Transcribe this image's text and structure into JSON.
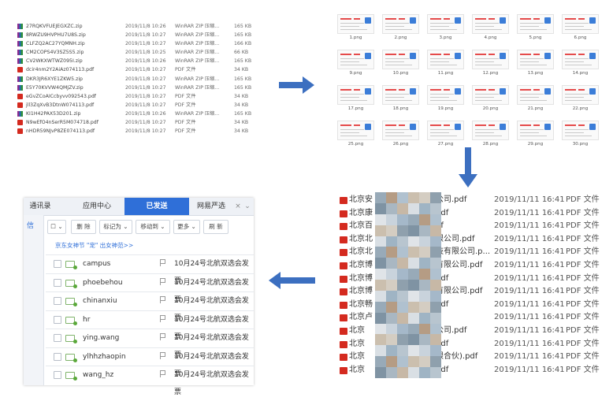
{
  "files": [
    {
      "name": "27RQKVFUEJEGXZC.zip",
      "date": "2019/11/8 10:26",
      "type": "WinRAR ZIP 压缩...",
      "size": "165 KB",
      "icon": "zip"
    },
    {
      "name": "8RWZU9HVPHU7U8S.zip",
      "date": "2019/11/8 10:27",
      "type": "WinRAR ZIP 压缩...",
      "size": "165 KB",
      "icon": "zip"
    },
    {
      "name": "CLFZQ2AC27YQMNH.zip",
      "date": "2019/11/8 10:27",
      "type": "WinRAR ZIP 压缩...",
      "size": "166 KB",
      "icon": "zip"
    },
    {
      "name": "CM2COPS4V3SZ5S5.zip",
      "date": "2019/11/8 10:25",
      "type": "WinRAR ZIP 压缩...",
      "size": "66 KB",
      "icon": "zip"
    },
    {
      "name": "CV2WKXWTWZ095I.zip",
      "date": "2019/11/8 10:26",
      "type": "WinRAR ZIP 压缩...",
      "size": "165 KB",
      "icon": "zip"
    },
    {
      "name": "dcir4nm2Y2AiAz074113.pdf",
      "date": "2019/11/8 10:27",
      "type": "PDF 文件",
      "size": "34 KB",
      "icon": "pdf"
    },
    {
      "name": "DKR3JR6XYE1ZKW5.zip",
      "date": "2019/11/8 10:27",
      "type": "WinRAR ZIP 压缩...",
      "size": "165 KB",
      "icon": "zip"
    },
    {
      "name": "E5Y70KVVW4QMJZV.zip",
      "date": "2019/11/8 10:27",
      "type": "WinRAR ZIP 压缩...",
      "size": "165 KB",
      "icon": "zip"
    },
    {
      "name": "eGvZCoAICcbyvv092543.pdf",
      "date": "2019/11/8 10:27",
      "type": "PDF 文件",
      "size": "34 KB",
      "icon": "pdf"
    },
    {
      "name": "jll3ZqXvB3DtnW074113.pdf",
      "date": "2019/11/8 10:27",
      "type": "PDF 文件",
      "size": "34 KB",
      "icon": "pdf"
    },
    {
      "name": "KI1H42PAX53D201.zip",
      "date": "2019/11/8 10:26",
      "type": "WinRAR ZIP 压缩...",
      "size": "165 KB",
      "icon": "zip"
    },
    {
      "name": "N9wEfO4nSerR5M074718.pdf",
      "date": "2019/11/8 10:27",
      "type": "PDF 文件",
      "size": "34 KB",
      "icon": "pdf"
    },
    {
      "name": "nHDR59NJvP8ZE074113.pdf",
      "date": "2019/11/8 10:27",
      "type": "PDF 文件",
      "size": "34 KB",
      "icon": "pdf"
    }
  ],
  "thumbnails": [
    "1.png",
    "2.png",
    "3.png",
    "4.png",
    "5.png",
    "6.png",
    "9.png",
    "10.png",
    "11.png",
    "12.png",
    "13.png",
    "14.png",
    "17.png",
    "18.png",
    "19.png",
    "20.png",
    "21.png",
    "22.png",
    "25.png",
    "26.png",
    "27.png",
    "28.png",
    "29.png",
    "30.png"
  ],
  "pdfs": [
    {
      "name": "北京安",
      "tail": "公司.pdf",
      "date": "2019/11/11 16:41",
      "type": "PDF 文件"
    },
    {
      "name": "北京康",
      "tail": "pdf",
      "date": "2019/11/11 16:41",
      "type": "PDF 文件"
    },
    {
      "name": "北京百",
      "tail": "df",
      "date": "2019/11/11 16:41",
      "type": "PDF 文件"
    },
    {
      "name": "北京北",
      "tail": "限公司.pdf",
      "date": "2019/11/11 16:41",
      "type": "PDF 文件"
    },
    {
      "name": "北京北",
      "tail": "技有限公司.p...",
      "date": "2019/11/11 16:41",
      "type": "PDF 文件"
    },
    {
      "name": "北京博",
      "tail": "有限公司.pdf",
      "date": "2019/11/11 16:41",
      "type": "PDF 文件"
    },
    {
      "name": "北京博",
      "tail": "pdf",
      "date": "2019/11/11 16:41",
      "type": "PDF 文件"
    },
    {
      "name": "北京博",
      "tail": "有限公司.pdf",
      "date": "2019/11/11 16:41",
      "type": "PDF 文件"
    },
    {
      "name": "北京畅",
      "tail": "pdf",
      "date": "2019/11/11 16:41",
      "type": "PDF 文件"
    },
    {
      "name": "北京卢",
      "tail": "f",
      "date": "2019/11/11 16:41",
      "type": "PDF 文件"
    },
    {
      "name": "北京",
      "tail": "公司.pdf",
      "date": "2019/11/11 16:41",
      "type": "PDF 文件"
    },
    {
      "name": "北京",
      "tail": "pdf",
      "date": "2019/11/11 16:41",
      "type": "PDF 文件"
    },
    {
      "name": "北京",
      "tail": "限合伙).pdf",
      "date": "2019/11/11 16:41",
      "type": "PDF 文件"
    },
    {
      "name": "北京",
      "tail": "pdf",
      "date": "2019/11/11 16:41",
      "type": "PDF 文件"
    }
  ],
  "mail": {
    "tabs": [
      "通讯录",
      "应用中心",
      "已发送",
      "网易严选"
    ],
    "tab_chevron": "×",
    "side_label": "信",
    "toolbar": {
      "delete": "删 除",
      "mark": "标记为 ⌄",
      "move": "移动到 ⌄",
      "more": "更多 ⌄",
      "refresh": "刷 新"
    },
    "banner": "京东女神节 \"宠\" 出女神范>>",
    "rows": [
      {
        "sender": "campus",
        "subject": "10月24号北航双选会发票"
      },
      {
        "sender": "phoebehou",
        "subject": "10月24号北航双选会发票"
      },
      {
        "sender": "chinanxiu",
        "subject": "10月24号北航双选会发票"
      },
      {
        "sender": "hr",
        "subject": "10月24号北航双选会发票"
      },
      {
        "sender": "ying.wang",
        "subject": "10月24号北航双选会发票"
      },
      {
        "sender": "ylhhzhaopin",
        "subject": "10月24号北航双选会发票"
      },
      {
        "sender": "wang_hz",
        "subject": "10月24号北航双选会发票"
      }
    ]
  },
  "colors": {
    "arrow": "#3c6fc0",
    "accent": "#2f6fd8",
    "pdf_red": "#d42a1f"
  }
}
